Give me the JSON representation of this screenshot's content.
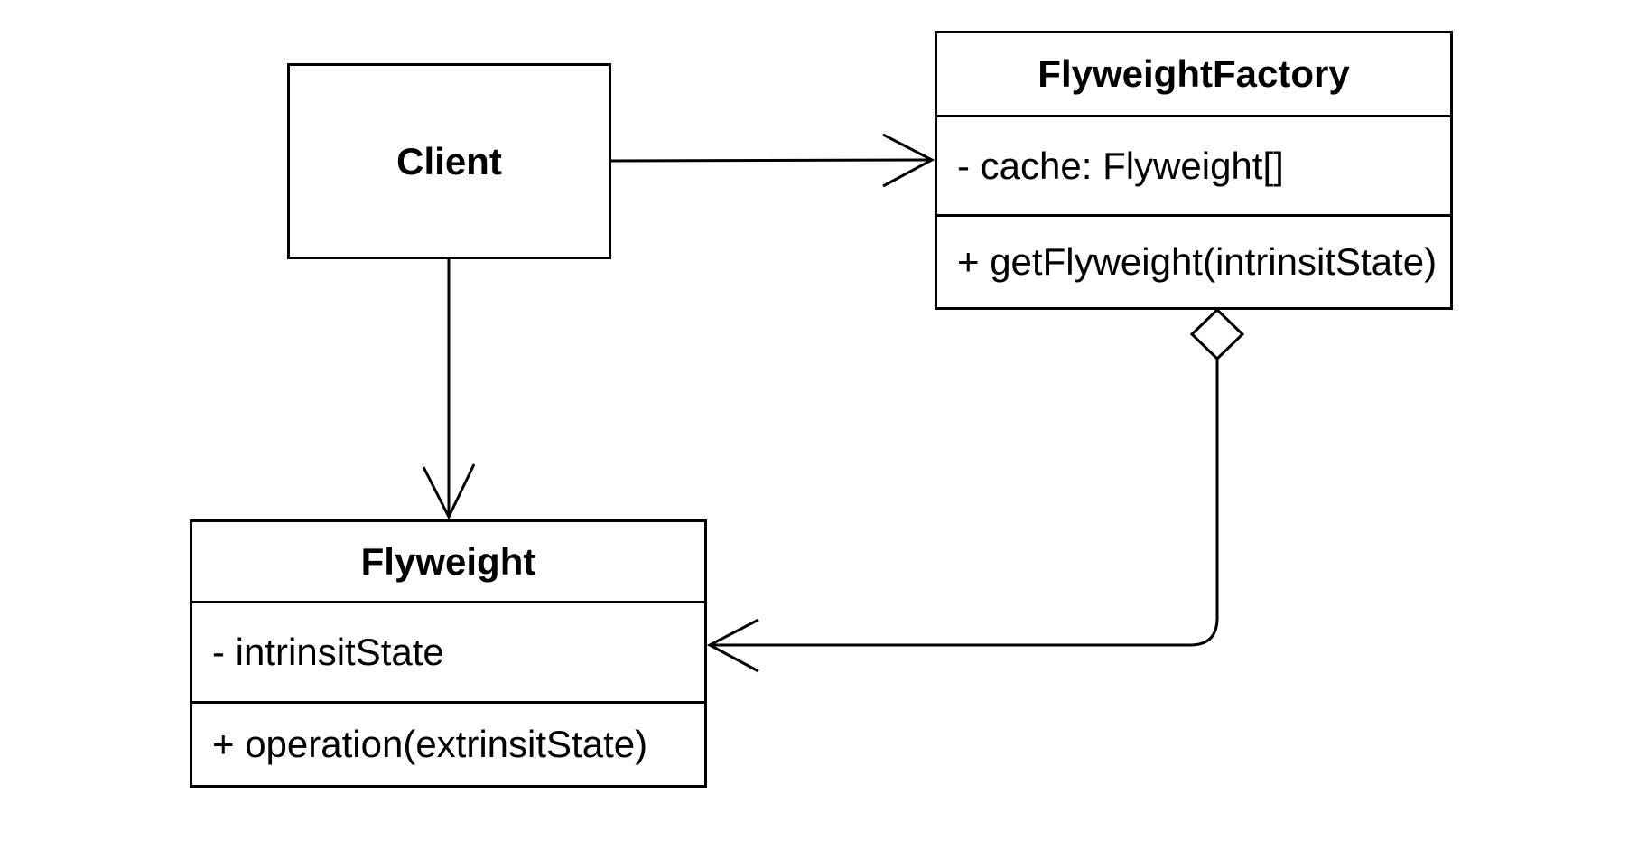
{
  "diagram": {
    "kind": "uml-class-diagram",
    "colors": {
      "stroke": "#000000",
      "node_fill": "#ffffff",
      "background": "#ffffff"
    },
    "classes": {
      "client": {
        "name": "Client"
      },
      "factory": {
        "name": "FlyweightFactory",
        "attribute": "- cache: Flyweight[]",
        "method": "+ getFlyweight(intrinsitState)"
      },
      "flyweight": {
        "name": "Flyweight",
        "attribute": "- intrinsitState",
        "method": "+ operation(extrinsitState)"
      }
    },
    "relationships": [
      {
        "from": "Client",
        "to": "FlyweightFactory",
        "type": "association",
        "head": "open-arrow"
      },
      {
        "from": "Client",
        "to": "Flyweight",
        "type": "association",
        "head": "open-arrow"
      },
      {
        "from": "FlyweightFactory",
        "to": "Flyweight",
        "type": "aggregation",
        "head": "open-arrow",
        "tail": "hollow-diamond"
      }
    ]
  }
}
